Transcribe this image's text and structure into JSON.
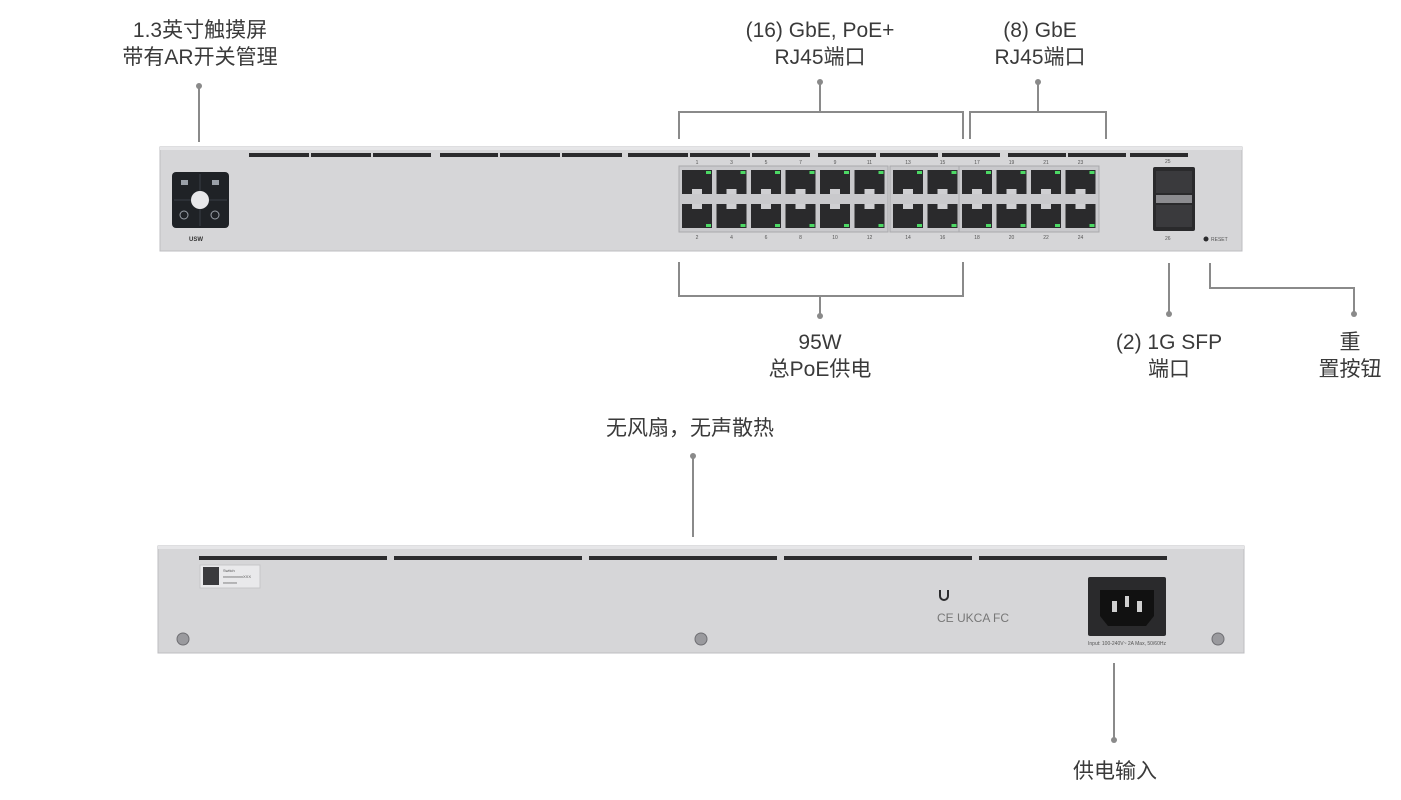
{
  "callouts": {
    "touchscreen": {
      "line1": "1.3英寸触摸屏",
      "line2": "带有AR开关管理"
    },
    "poe_ports": {
      "line1": "(16) GbE, PoE+",
      "line2": "RJ45端口"
    },
    "gbe_ports": {
      "line1": "(8) GbE",
      "line2": "RJ45端口"
    },
    "poe_budget": {
      "line1": "95W",
      "line2": "总PoE供电"
    },
    "sfp_ports": {
      "line1": "(2) 1G SFP",
      "line2": "端口"
    },
    "reset": {
      "line1": "重",
      "line2": "置按钮"
    },
    "fanless": {
      "line1": "无风扇，无声散热"
    },
    "power": {
      "line1": "供电输入"
    }
  },
  "device": {
    "brand_mark": "USW",
    "port_labels_top": [
      "1",
      "3",
      "5",
      "7",
      "9",
      "11",
      "13",
      "15",
      "17",
      "19",
      "21",
      "23"
    ],
    "port_labels_bottom": [
      "2",
      "4",
      "6",
      "8",
      "10",
      "12",
      "14",
      "16",
      "18",
      "20",
      "22",
      "24"
    ],
    "sfp_labels": [
      "25",
      "26"
    ],
    "reset_text": "RESET",
    "rear_label_lines": [
      "Switch",
      "xxxxxxxxxxXXX",
      "xxxxxxx"
    ],
    "compliance_text": "CE UKCA FC",
    "power_input_text": "Input: 100-240V~ 2A Max, 50/60Hz"
  },
  "colors": {
    "chassis": "#d6d6d8",
    "chassis_edge": "#bdbdc0",
    "vent": "#2b2b2d",
    "port_led": "#4cd964",
    "leader_line": "#8a8a8a"
  }
}
